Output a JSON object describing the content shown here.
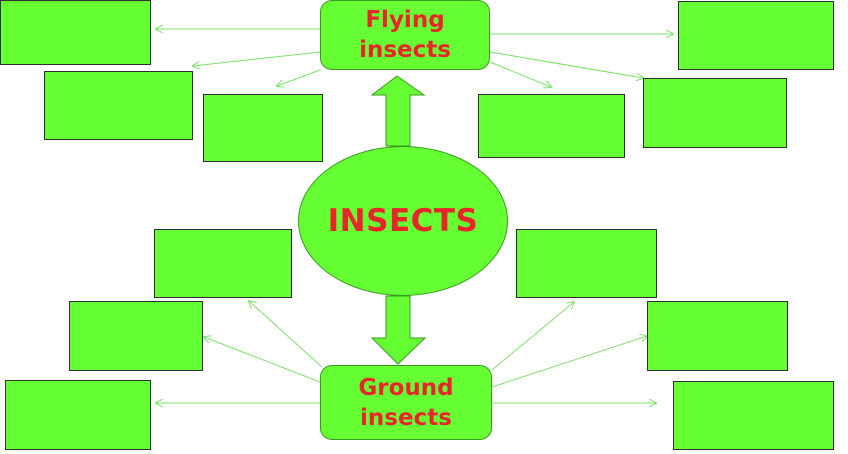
{
  "diagram": {
    "center_label": "INSECTS",
    "top_node": {
      "label": "Flying\ninsects"
    },
    "bottom_node": {
      "label": "Ground\ninsects"
    }
  },
  "colors": {
    "fill": "#66ff33",
    "text": "#e8262a",
    "connector": "#7ee06a"
  }
}
